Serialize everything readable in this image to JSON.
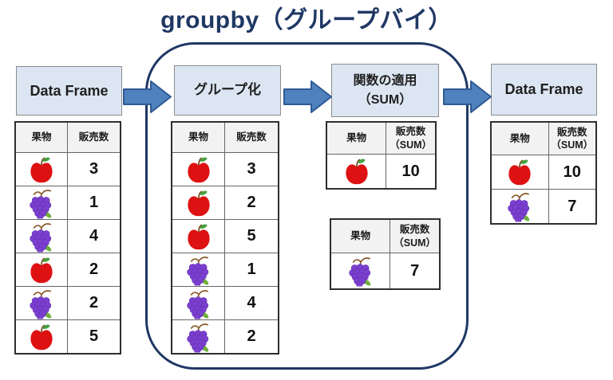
{
  "title": "groupby（グループバイ）",
  "colors": {
    "navy": "#1f3864",
    "arrow_fill": "#4f81bd",
    "arrow_border": "#2f5a94",
    "stage_box_fill": "#dce6f2",
    "table_header_fill": "#f2f2f2",
    "apple_red": "#dd1111",
    "grape_purple": "#7b3fd0"
  },
  "stage1": {
    "label": "Data Frame",
    "col_fruit": "果物",
    "col_value": "販売数",
    "rows": [
      {
        "fruit": "apple",
        "value": "3"
      },
      {
        "fruit": "grape",
        "value": "1"
      },
      {
        "fruit": "grape",
        "value": "4"
      },
      {
        "fruit": "apple",
        "value": "2"
      },
      {
        "fruit": "grape",
        "value": "2"
      },
      {
        "fruit": "apple",
        "value": "5"
      }
    ]
  },
  "stage2": {
    "label": "グループ化",
    "col_fruit": "果物",
    "col_value": "販売数",
    "rows": [
      {
        "fruit": "apple",
        "value": "3"
      },
      {
        "fruit": "apple",
        "value": "2"
      },
      {
        "fruit": "apple",
        "value": "5"
      },
      {
        "fruit": "grape",
        "value": "1"
      },
      {
        "fruit": "grape",
        "value": "4"
      },
      {
        "fruit": "grape",
        "value": "2"
      }
    ]
  },
  "stage3": {
    "label": "関数の適用\n（SUM）",
    "table_apple": {
      "col_fruit": "果物",
      "col_value": "販売数\n（SUM）",
      "rows": [
        {
          "fruit": "apple",
          "value": "10"
        }
      ]
    },
    "table_grape": {
      "col_fruit": "果物",
      "col_value": "販売数\n（SUM）",
      "rows": [
        {
          "fruit": "grape",
          "value": "7"
        }
      ]
    }
  },
  "stage4": {
    "label": "Data Frame",
    "col_fruit": "果物",
    "col_value": "販売数\n（SUM）",
    "rows": [
      {
        "fruit": "apple",
        "value": "10"
      },
      {
        "fruit": "grape",
        "value": "7"
      }
    ]
  }
}
